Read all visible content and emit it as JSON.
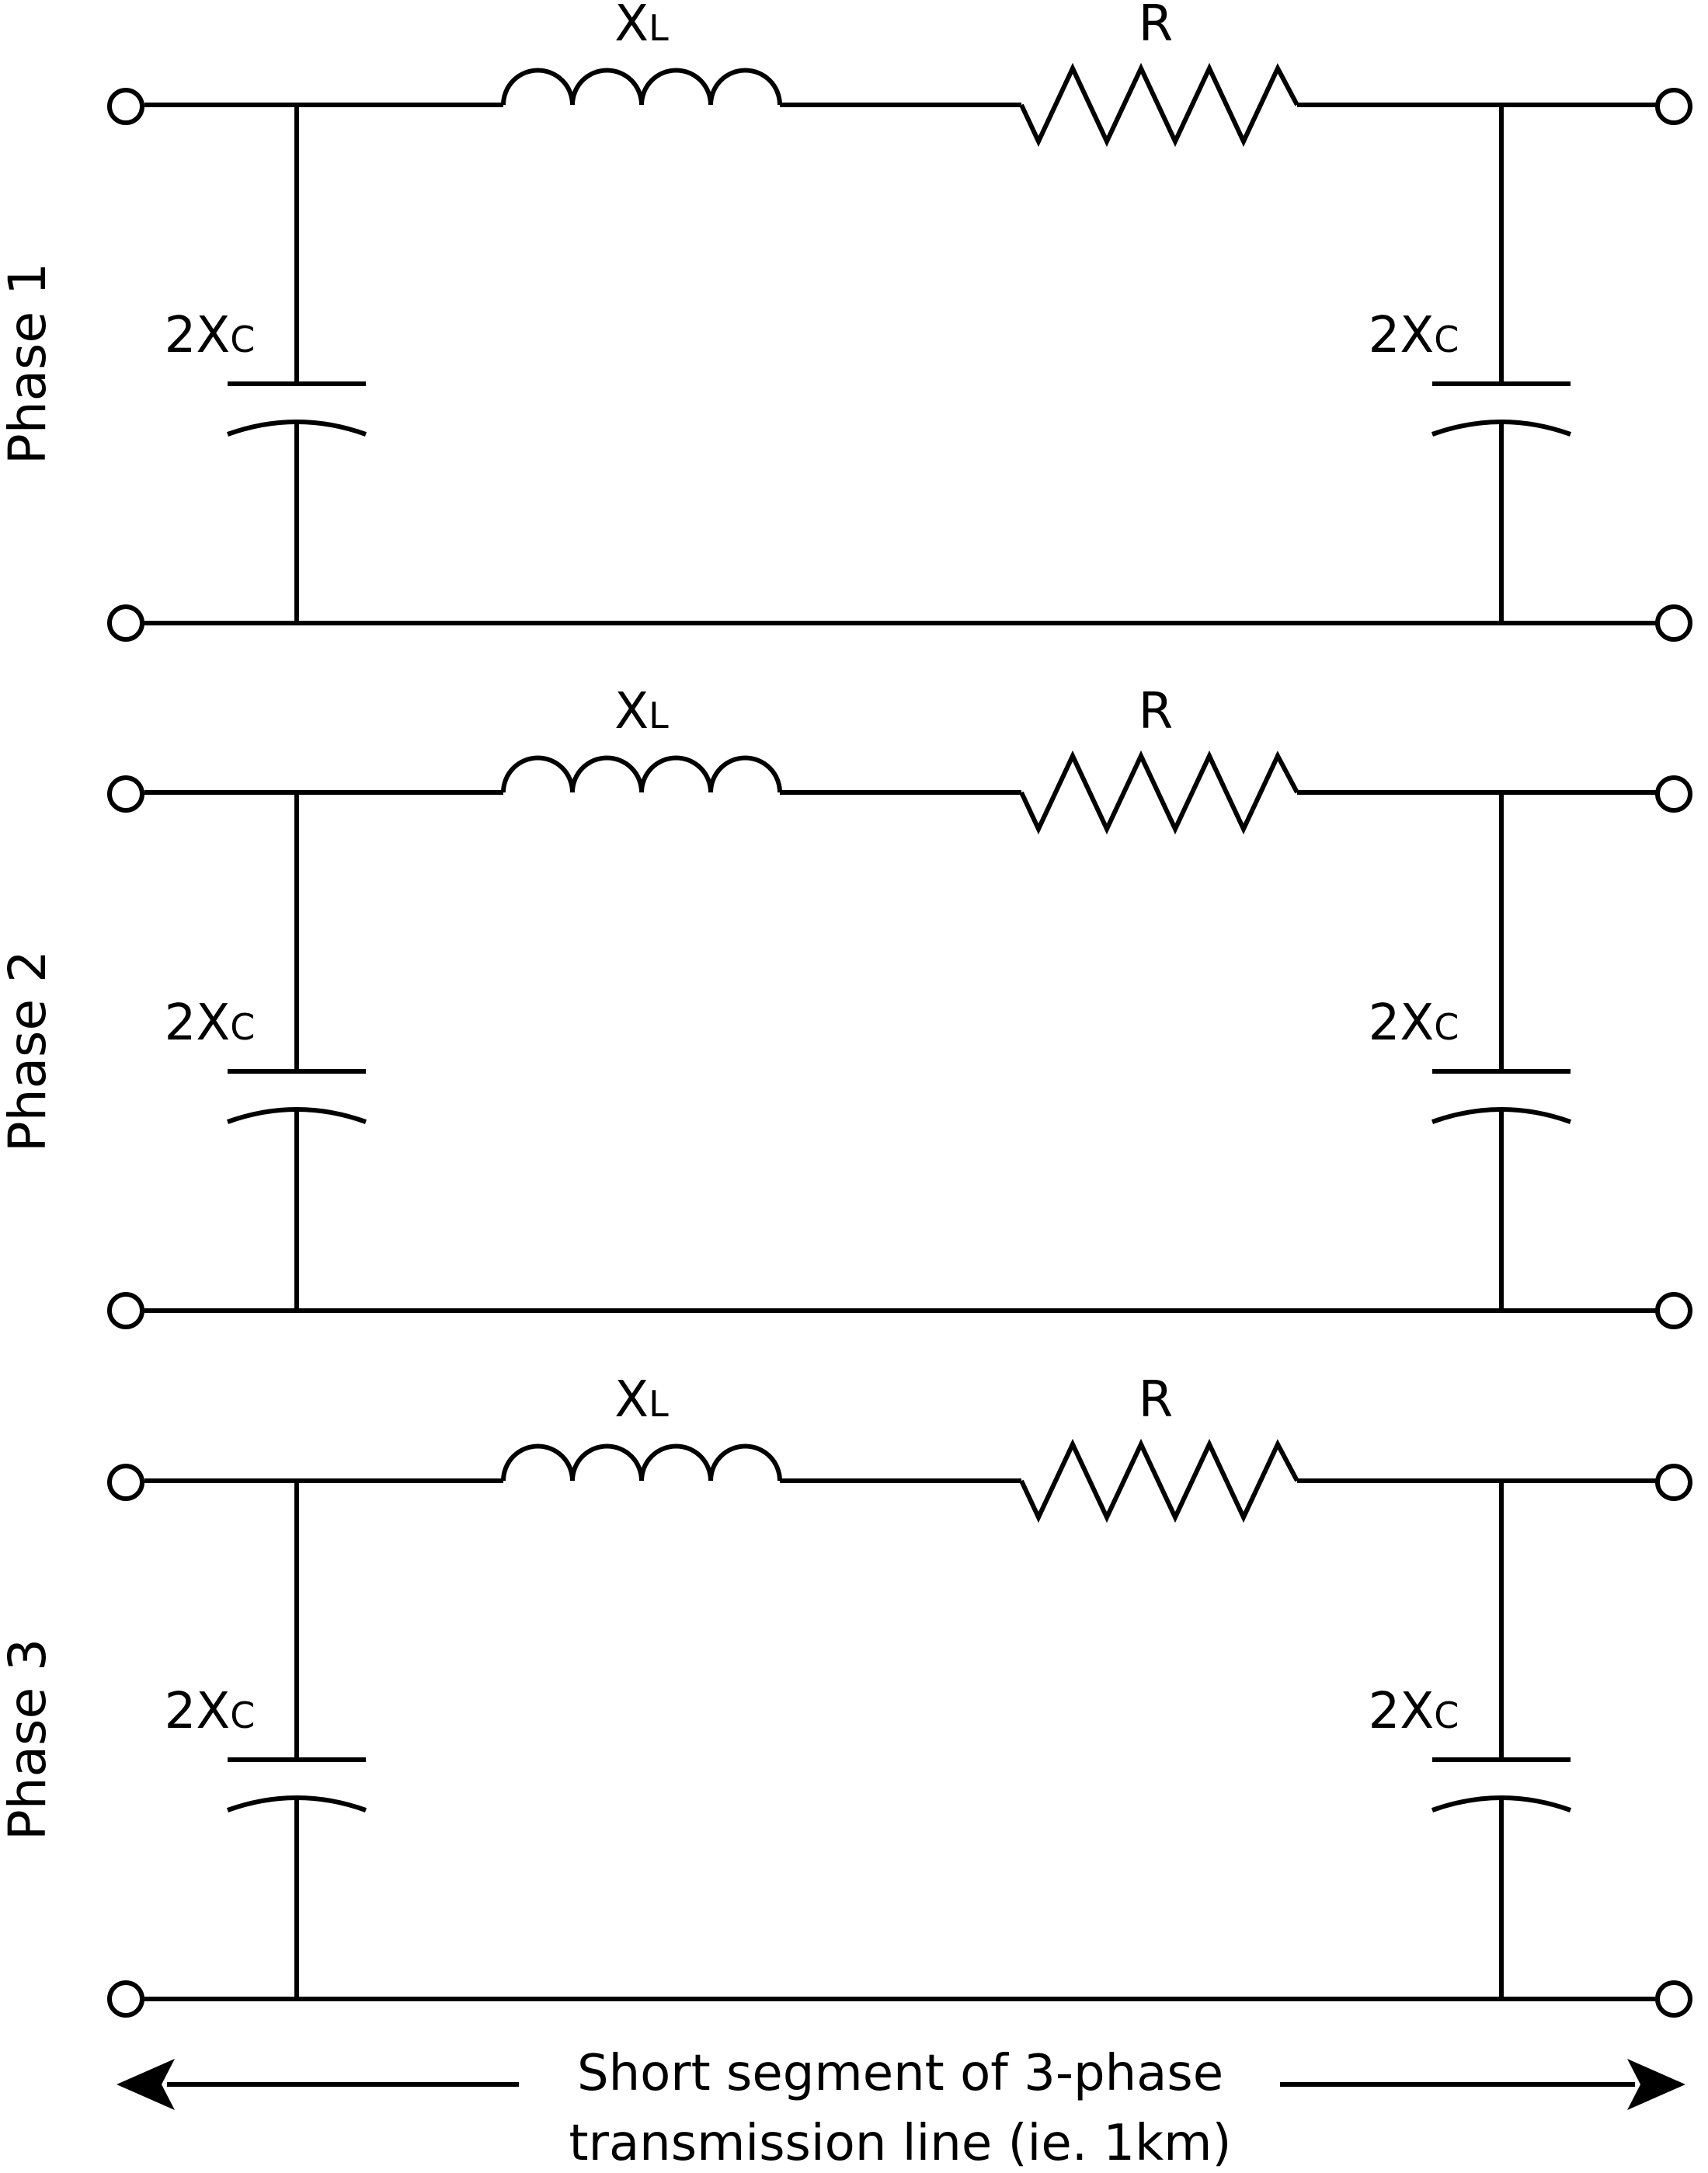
{
  "colors": {
    "line": "#000000",
    "background": "#ffffff"
  },
  "phases": [
    {
      "label": "Phase 1",
      "inductor": {
        "main": "X",
        "sub": "L"
      },
      "resistor": {
        "label": "R"
      },
      "capacitor_left": {
        "main": "2X",
        "sub": "C"
      },
      "capacitor_right": {
        "main": "2X",
        "sub": "C"
      }
    },
    {
      "label": "Phase 2",
      "inductor": {
        "main": "X",
        "sub": "L"
      },
      "resistor": {
        "label": "R"
      },
      "capacitor_left": {
        "main": "2X",
        "sub": "C"
      },
      "capacitor_right": {
        "main": "2X",
        "sub": "C"
      }
    },
    {
      "label": "Phase 3",
      "inductor": {
        "main": "X",
        "sub": "L"
      },
      "resistor": {
        "label": "R"
      },
      "capacitor_left": {
        "main": "2X",
        "sub": "C"
      },
      "capacitor_right": {
        "main": "2X",
        "sub": "C"
      }
    }
  ],
  "caption": {
    "line1": "Short segment of 3-phase",
    "line2": "transmission line (ie. 1km)"
  }
}
